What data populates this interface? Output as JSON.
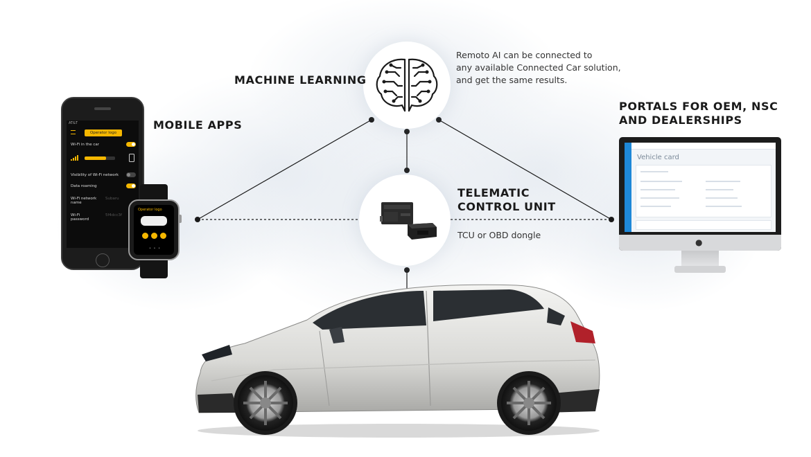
{
  "labels": {
    "machine_learning": "MACHINE LEARNING",
    "machine_learning_desc_line1": "Remoto AI can be connected to",
    "machine_learning_desc_line2": "any available Connected Car solution,",
    "machine_learning_desc_line3": "and get the same results.",
    "mobile_apps": "MOBILE APPS",
    "portals_line1": "PORTALS FOR OEM, NSC",
    "portals_line2": "AND DEALERSHIPS",
    "tcu_line1": "TELEMATIC",
    "tcu_line2": "CONTROL UNIT",
    "tcu_desc": "TCU or OBD dongle"
  },
  "phone": {
    "status_carrier": "AT&T",
    "app_title": "Operator logo",
    "wifi_in_car": "Wi-Fi in the car",
    "visibility_wifi": "Visibility of Wi-Fi network",
    "data_roaming": "Data roaming",
    "wifi_network_name": "Wi-Fi network name",
    "wifi_password": "Wi-Fi password",
    "network_name_value": "Subaru",
    "password_value": "5f4dcc3f"
  },
  "watch": {
    "title": "Operator logo"
  },
  "portal": {
    "card_title": "Vehicle card"
  },
  "colors": {
    "accent_yellow": "#f5b700",
    "portal_blue": "#1e88d8",
    "line_dark": "#1a1a1a"
  }
}
